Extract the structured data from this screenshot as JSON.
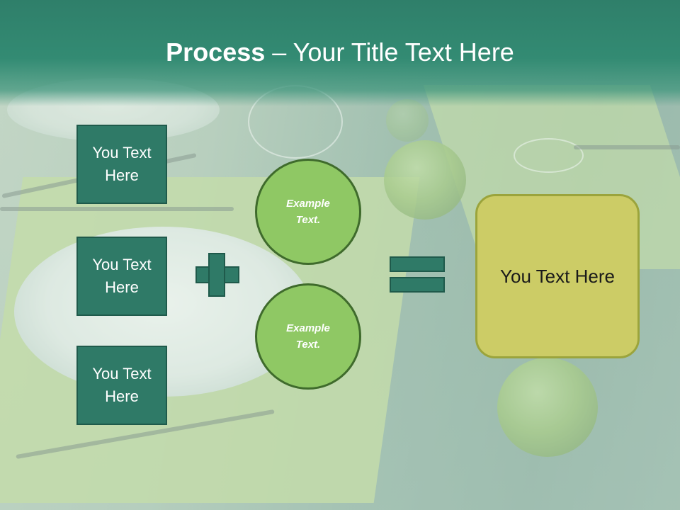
{
  "header": {
    "title_bold": "Process",
    "title_rest": " – Your Title Text Here"
  },
  "inputs": [
    {
      "label": "You Text Here"
    },
    {
      "label": "You Text Here"
    },
    {
      "label": "You Text Here"
    }
  ],
  "operators": {
    "plus_icon": "plus-icon",
    "equals_icon": "equals-icon"
  },
  "circles": [
    {
      "label": "Example Text."
    },
    {
      "label": "Example Text."
    }
  ],
  "result": {
    "label": "You Text Here"
  },
  "colors": {
    "header": "#338b73",
    "box": "#2f7a67",
    "circle": "#8fc864",
    "result": "#cccc66"
  }
}
